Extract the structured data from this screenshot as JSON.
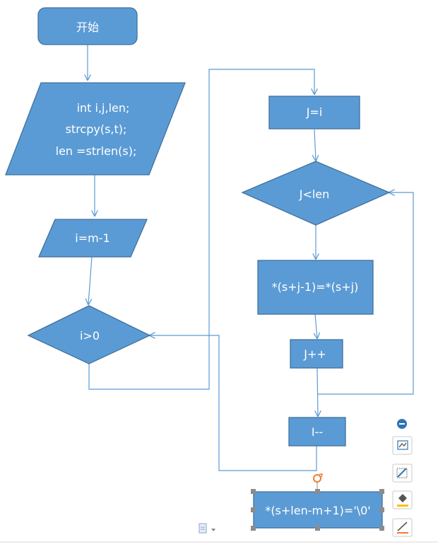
{
  "flowchart": {
    "start": "开始",
    "declare": [
      "int i,j,len;",
      "strcpy(s,t);",
      "len =strlen(s);"
    ],
    "init_i": "i=m-1",
    "cond_i": "i>0",
    "init_j": "J=i",
    "cond_j": "J<len",
    "shift": "*(s+j-1)=*(s+j)",
    "inc_j": "J++",
    "dec_i": "I--",
    "terminate": "*(s+len-m+1)='\\0'"
  },
  "colors": {
    "shape_fill": "#5b9bd5",
    "shape_stroke": "#41719c",
    "connector": "#5b9bd5",
    "handle": "#8c8c8c",
    "rotate_handle": "#ed7d31"
  },
  "icons": {
    "collapse": "minus-circle-icon",
    "layout": "layout-options-icon",
    "style": "shape-style-icon",
    "fill": "fill-bucket-icon",
    "outline": "outline-pen-icon",
    "paste": "paste-options-icon"
  }
}
